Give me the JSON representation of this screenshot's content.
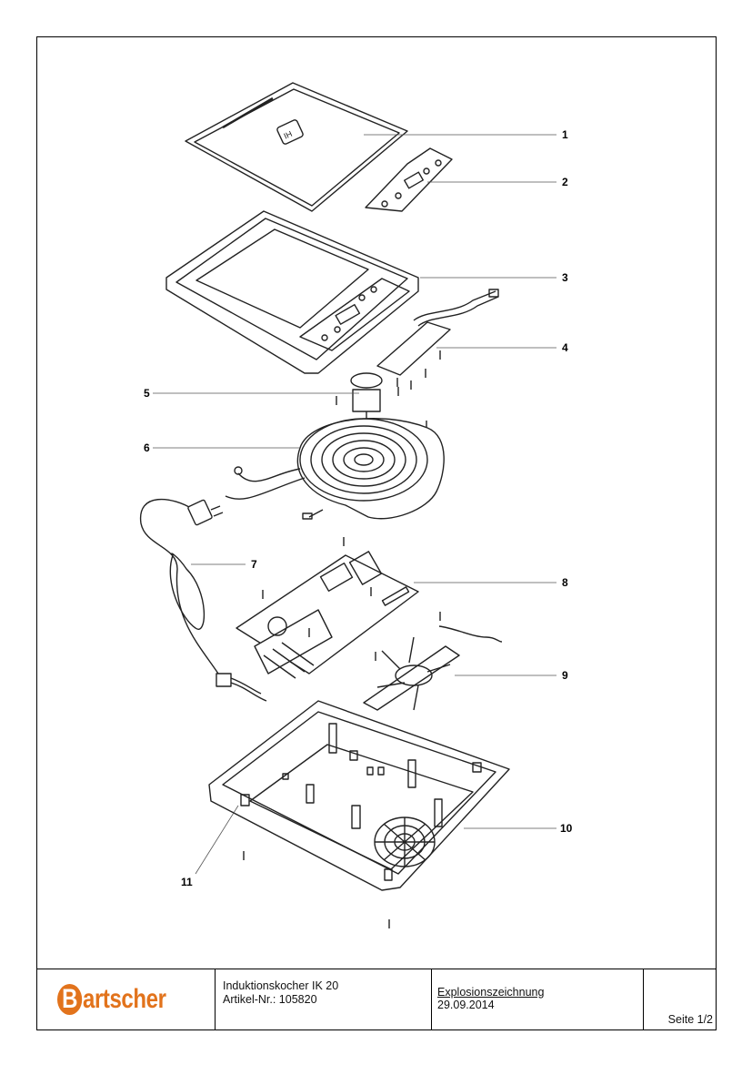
{
  "diagram": {
    "callouts": [
      {
        "label": "1"
      },
      {
        "label": "2"
      },
      {
        "label": "3"
      },
      {
        "label": "4"
      },
      {
        "label": "5"
      },
      {
        "label": "6"
      },
      {
        "label": "7"
      },
      {
        "label": "8"
      },
      {
        "label": "9"
      },
      {
        "label": "10"
      },
      {
        "label": "11"
      }
    ],
    "cover_badge": "IH"
  },
  "title_block": {
    "logo_text": "Bartscher",
    "logo_initial": "B",
    "logo_rest": "artscher",
    "logo_color": "#e2731c",
    "product_name": "Induktionskocher IK 20",
    "article_no": "Artikel-Nr.: 105820",
    "doc_type": "Explosionszeichnung",
    "date": "29.09.2014",
    "page": "Seite 1/2"
  }
}
